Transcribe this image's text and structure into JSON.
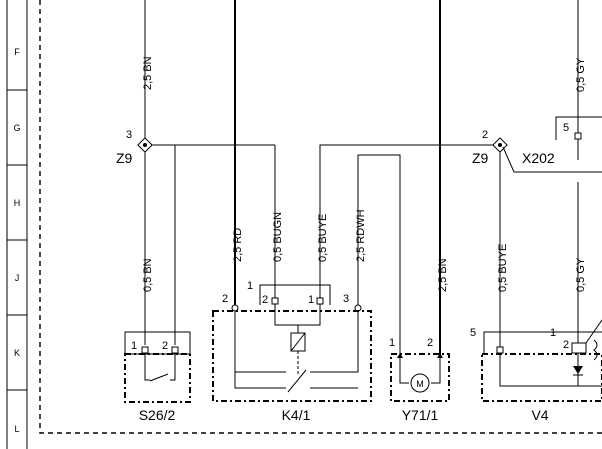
{
  "rows": [
    "F",
    "G",
    "H",
    "J",
    "K",
    "L"
  ],
  "wires": {
    "s26_top": "2,5 BN",
    "s26_bottom": "0,5 BN",
    "k4_rd": "2,5 RD",
    "k4_bugn": "0,5 BUGN",
    "k4_buye": "0,5 BUYE",
    "k4_rdwh": "2,5 RDWH",
    "y71_bn": "2,5 BN",
    "v4_buye": "0,5 BUYE",
    "right_top": "0,5 GY",
    "right_bottom": "0,5 GY"
  },
  "nodes": {
    "left_pin": "3",
    "left_name": "Z9",
    "right_pin": "2",
    "right_name": "Z9",
    "connector": "X202",
    "connector_pin": "5"
  },
  "pins": {
    "s26_1": "1",
    "s26_2": "2",
    "k4_2": "2",
    "k4_2b": "2",
    "k4_1": "1",
    "k4_1b": "1",
    "k4_3": "3",
    "y71_1": "1",
    "y71_2": "2",
    "v4_5": "5",
    "v4_1": "1",
    "v4_2": "2"
  },
  "components": {
    "s26": "S26/2",
    "k4": "K4/1",
    "y71": "Y71/1",
    "v4": "V4"
  },
  "icons": {
    "motor": "M"
  }
}
